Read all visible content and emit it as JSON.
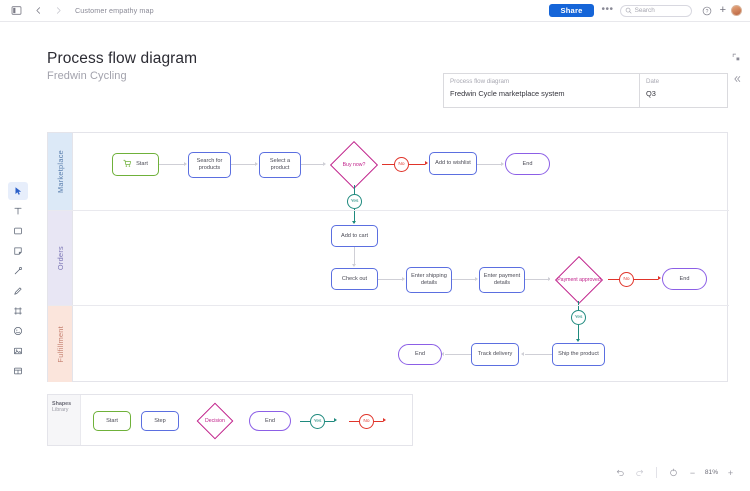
{
  "topbar": {
    "panel_icon": "sidebar-panel-icon",
    "back_icon": "chevron-left-icon",
    "forward_icon": "chevron-right-icon",
    "breadcrumb": "Customer empathy map",
    "share_label": "Share",
    "more_label": "•••",
    "search_placeholder": "Search",
    "help_icon": "question-circle-icon",
    "plus_label": "+",
    "avatar": "user-avatar"
  },
  "left_toolbar": [
    {
      "name": "select-tool",
      "icon": "cursor-icon",
      "selected": true
    },
    {
      "name": "text-tool",
      "icon": "text-icon",
      "selected": false
    },
    {
      "name": "shape-tool",
      "icon": "square-icon",
      "selected": false
    },
    {
      "name": "sticky-note-tool",
      "icon": "sticky-note-icon",
      "selected": false
    },
    {
      "name": "connector-tool",
      "icon": "line-connector-icon",
      "selected": false
    },
    {
      "name": "pen-tool",
      "icon": "pen-icon",
      "selected": false
    },
    {
      "name": "frame-tool",
      "icon": "frame-icon",
      "selected": false
    },
    {
      "name": "emoji-tool",
      "icon": "emoji-icon",
      "selected": false
    },
    {
      "name": "image-tool",
      "icon": "image-icon",
      "selected": false
    },
    {
      "name": "table-tool",
      "icon": "table-icon",
      "selected": false
    }
  ],
  "header": {
    "title": "Process flow diagram",
    "subtitle": "Fredwin Cycling"
  },
  "info_box": {
    "left_label": "Process flow diagram",
    "left_value": "Fredwin Cycle marketplace system",
    "right_label": "Date",
    "right_value": "Q3"
  },
  "lanes": [
    {
      "label": "Marketplace",
      "color": "#dce9f7"
    },
    {
      "label": "Orders",
      "color": "#e8e6f4"
    },
    {
      "label": "Fulfillment",
      "color": "#fbe5dc"
    }
  ],
  "nodes": {
    "start": "Start",
    "search_products": "Search for products",
    "select_product": "Select a product",
    "buy_now": "Buy now?",
    "buy_no": "No",
    "buy_yes": "Yes",
    "add_wishlist": "Add to wishlist",
    "end_marketplace": "End",
    "add_to_cart": "Add to cart",
    "check_out": "Check out",
    "enter_shipping": "Enter shipping details",
    "enter_payment": "Enter payment details",
    "payment_approved": "Payment approved",
    "payment_no": "No",
    "payment_yes": "Yes",
    "end_orders": "End",
    "ship_product": "Ship the product",
    "track_delivery": "Track delivery",
    "end_fulfillment": "End"
  },
  "shapes_library": {
    "title": "Shapes",
    "subtitle": "Library",
    "items": [
      {
        "label": "Start",
        "type": "start"
      },
      {
        "label": "Step",
        "type": "step"
      },
      {
        "label": "Decision",
        "type": "decision"
      },
      {
        "label": "End",
        "type": "end"
      },
      {
        "label": "Yes",
        "type": "yes"
      },
      {
        "label": "No",
        "type": "no"
      }
    ]
  },
  "zoom_bar": {
    "undo_icon": "undo-icon",
    "redo_icon": "redo-icon",
    "fit_icon": "fit-to-screen-icon",
    "minus_label": "−",
    "zoom_level": "81%",
    "plus_label": "+"
  },
  "canvas_controls": {
    "expand_icon": "expand-icon",
    "collapse_icon": "collapse-panel-icon"
  },
  "colors": {
    "accent": "#1565d8",
    "start_green": "#6fb13a",
    "step_blue": "#5b6fe0",
    "end_purple": "#8c5fe6",
    "decision_magenta": "#c0208a",
    "yes_teal": "#1f8a7e",
    "no_red": "#e0342a"
  }
}
